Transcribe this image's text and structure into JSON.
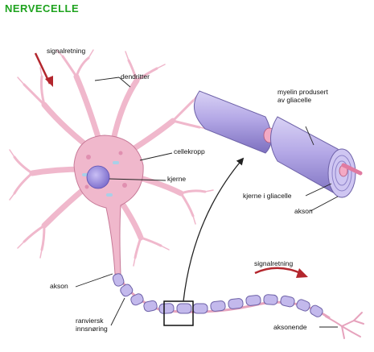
{
  "title": "NERVECELLE",
  "labels": {
    "signal_top": "signalretning",
    "dendrites": "dendritter",
    "cell_body": "cellekropp",
    "nucleus": "kjerne",
    "axon_left": "akson",
    "ranvier_line1": "ranviersk",
    "ranvier_line2": "innsnøring",
    "myelin_line1": "myelin produsert",
    "myelin_line2": "av gliacelle",
    "glia_nucleus": "kjerne i gliacelle",
    "axon_right": "akson",
    "signal_right": "signalretning",
    "axon_terminal": "aksonende"
  },
  "colors": {
    "title": "#1fa31f",
    "neuron": "#f0b8cc",
    "neuron_edge": "#c77a98",
    "myelin": "#b9aee6",
    "myelin_edge": "#6e62a8",
    "nucleus": "#8f7fd6",
    "arrow_red": "#b3262d",
    "line": "#222222"
  }
}
